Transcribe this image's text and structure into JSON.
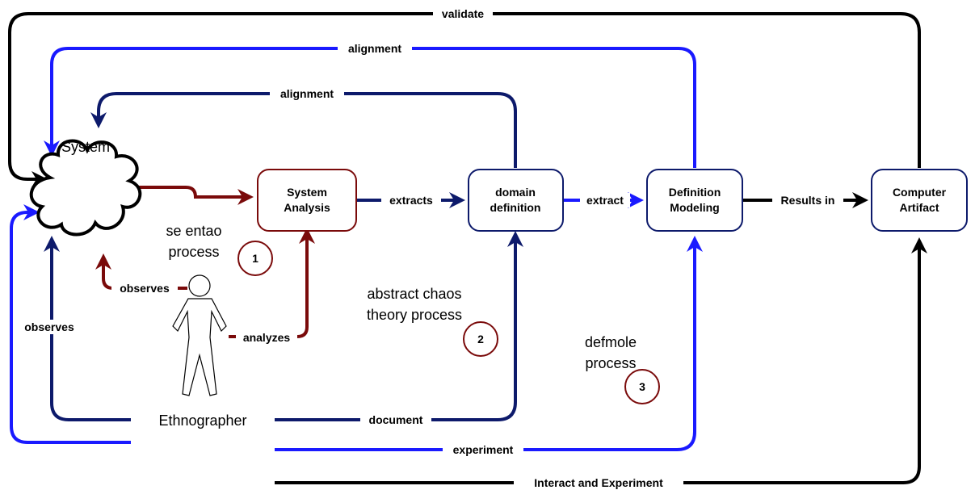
{
  "colors": {
    "black": "#000000",
    "navy": "#0d1a6b",
    "blue": "#1a1aff",
    "maroon": "#7a0a0a"
  },
  "nodes": {
    "system_label": "System",
    "ethnographer_label": "Ethnographer",
    "system_analysis": [
      "System",
      "Analysis"
    ],
    "domain_definition": [
      "domain",
      "definition"
    ],
    "definition_modeling": [
      "Definition",
      "Modeling"
    ],
    "computer_artifact": [
      "Computer",
      "Artifact"
    ]
  },
  "edges": {
    "validate": "validate",
    "alignment_outer": "alignment",
    "alignment_inner": "alignment",
    "extracts": "extracts",
    "extract": "extract",
    "results_in": "Results in",
    "observes_inner": "observes",
    "observes_outer": "observes",
    "analyzes": "analyzes",
    "document": "document",
    "experiment": "experiment",
    "interact": "Interact and Experiment"
  },
  "processes": {
    "p1_text": [
      "se entao",
      "process"
    ],
    "p1_num": "1",
    "p2_text": [
      "abstract chaos",
      "theory process"
    ],
    "p2_num": "2",
    "p3_text": [
      "defmole",
      "process"
    ],
    "p3_num": "3"
  }
}
